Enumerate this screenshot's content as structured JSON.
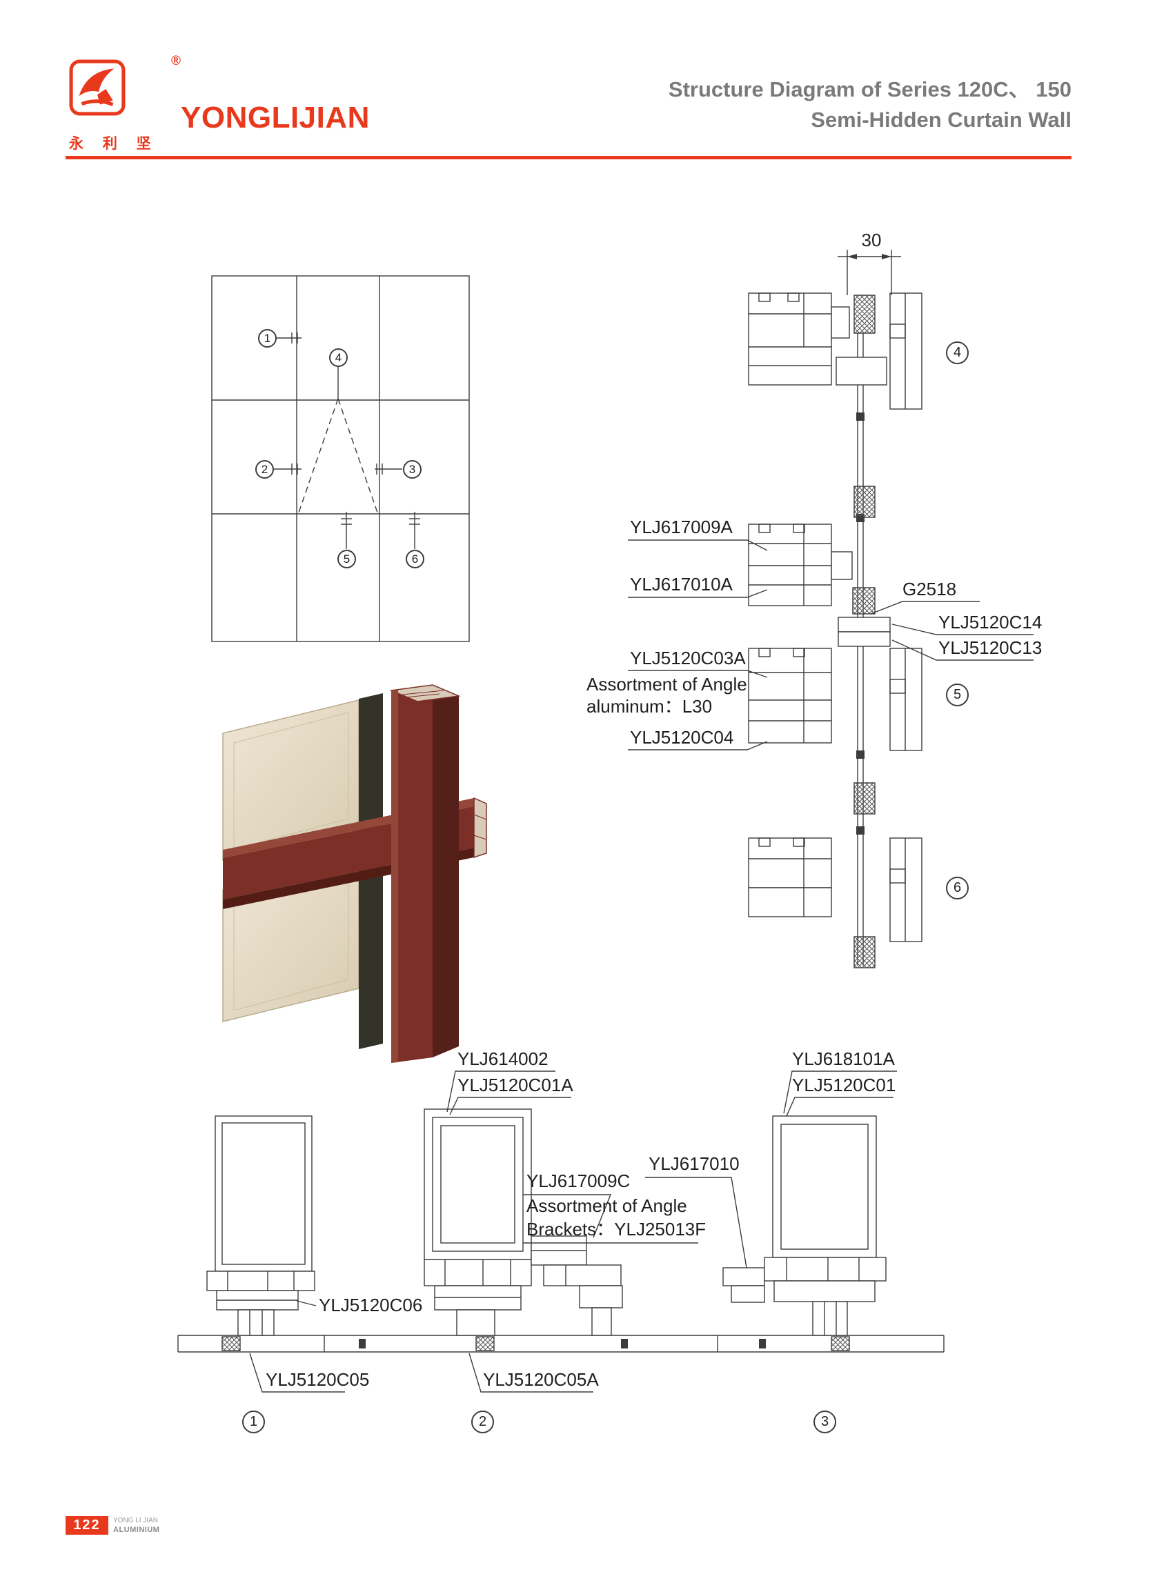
{
  "header": {
    "registered": "®",
    "brand": "YONGLIJIAN",
    "brand_cn": "永 利 坚",
    "title_line1": "Structure Diagram of Series 120C、 150",
    "title_line2": "Semi-Hidden Curtain Wall"
  },
  "colors": {
    "accent_red": "#e8391d",
    "title_gray": "#7a7a7a",
    "line_ink": "#3c3c3c",
    "profile_maroon": "#7b2f26",
    "glass_beige": "#e6dcc6"
  },
  "elevation": {
    "c1": "1",
    "c2": "2",
    "c3": "3",
    "c4": "4",
    "c5": "5",
    "c6": "6"
  },
  "vertical": {
    "dimension": "30",
    "c4": "4",
    "c5": "5",
    "c6": "6",
    "ylj617009a": "YLJ617009A",
    "ylj617010a": "YLJ617010A",
    "g2518": "G2518",
    "ylj5120c14": "YLJ5120C14",
    "ylj5120c13": "YLJ5120C13",
    "ylj5120c03a": "YLJ5120C03A",
    "assort_line1": "Assortment of Angle",
    "assort_line2": "aluminum：L30",
    "ylj5120c04": "YLJ5120C04"
  },
  "bottom": {
    "c1": "1",
    "c2": "2",
    "c3": "3",
    "ylj614002": "YLJ614002",
    "ylj5120c01a": "YLJ5120C01A",
    "ylj618101a": "YLJ618101A",
    "ylj5120c01": "YLJ5120C01",
    "ylj617010": "YLJ617010",
    "ylj617009c": "YLJ617009C",
    "assort_line1": "Assortment of Angle",
    "assort_line2": "Brackets：YLJ25013F",
    "ylj5120c06": "YLJ5120C06",
    "ylj5120c05": "YLJ5120C05",
    "ylj5120c05a": "YLJ5120C05A"
  },
  "footer": {
    "page_number": "122",
    "company_line1": "YONG LI JIAN",
    "company_line2": "ALUMINIUM"
  }
}
